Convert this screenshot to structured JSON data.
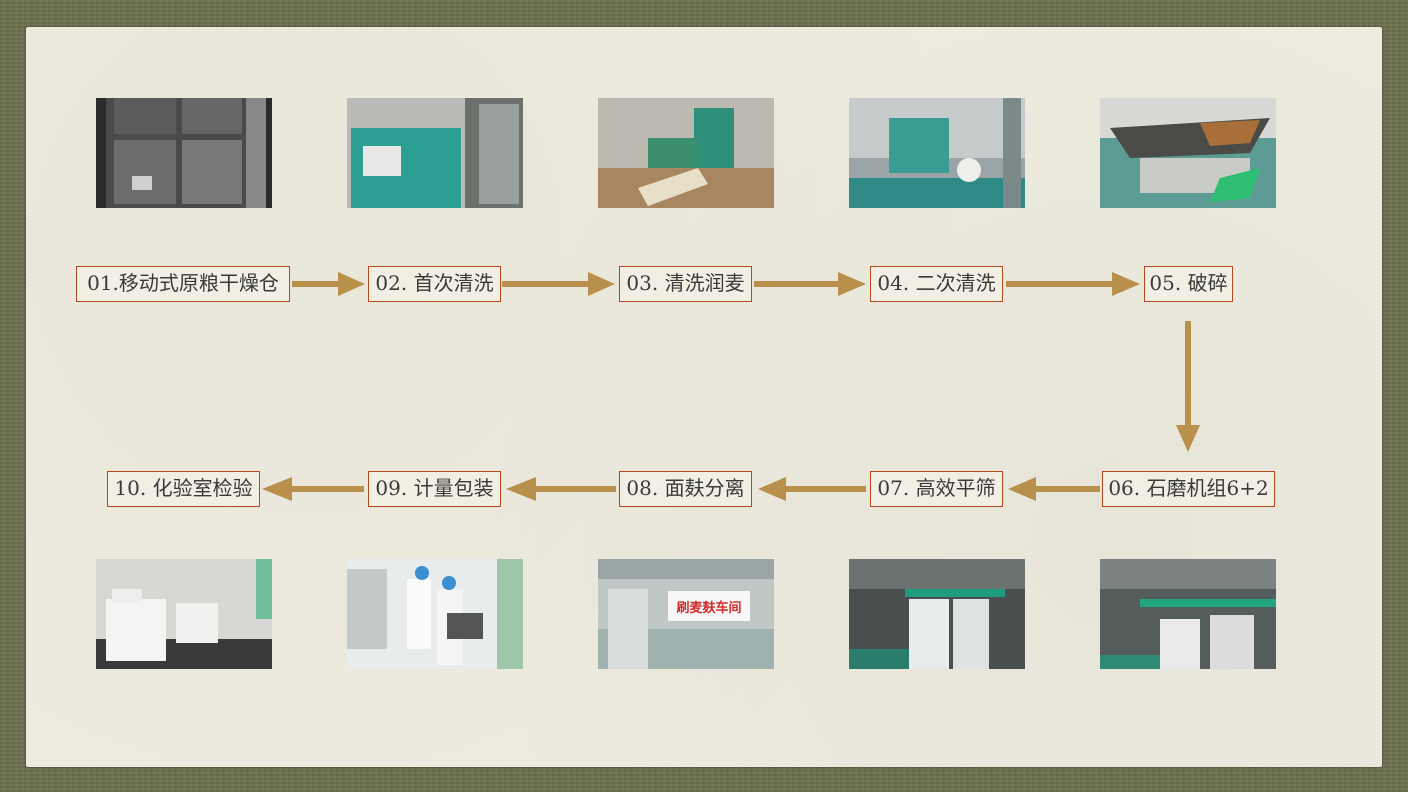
{
  "colors": {
    "arrow": "#b8904c",
    "box_border": "#b5481e",
    "paper": "#eeebdf",
    "frame": "#6e7150"
  },
  "steps": [
    {
      "label": "01.移动式原粮干燥仓"
    },
    {
      "label": "02. 首次清洗"
    },
    {
      "label": "03. 清洗润麦"
    },
    {
      "label": "04. 二次清洗"
    },
    {
      "label": "05. 破碎"
    },
    {
      "label": "06. 石磨机组6+2"
    },
    {
      "label": "07. 高效平筛"
    },
    {
      "label": "08. 面麸分离"
    },
    {
      "label": "09. 计量包装"
    },
    {
      "label": "10. 化验室检验"
    }
  ],
  "photos": {
    "sign_text": "刷麦麸车间"
  }
}
